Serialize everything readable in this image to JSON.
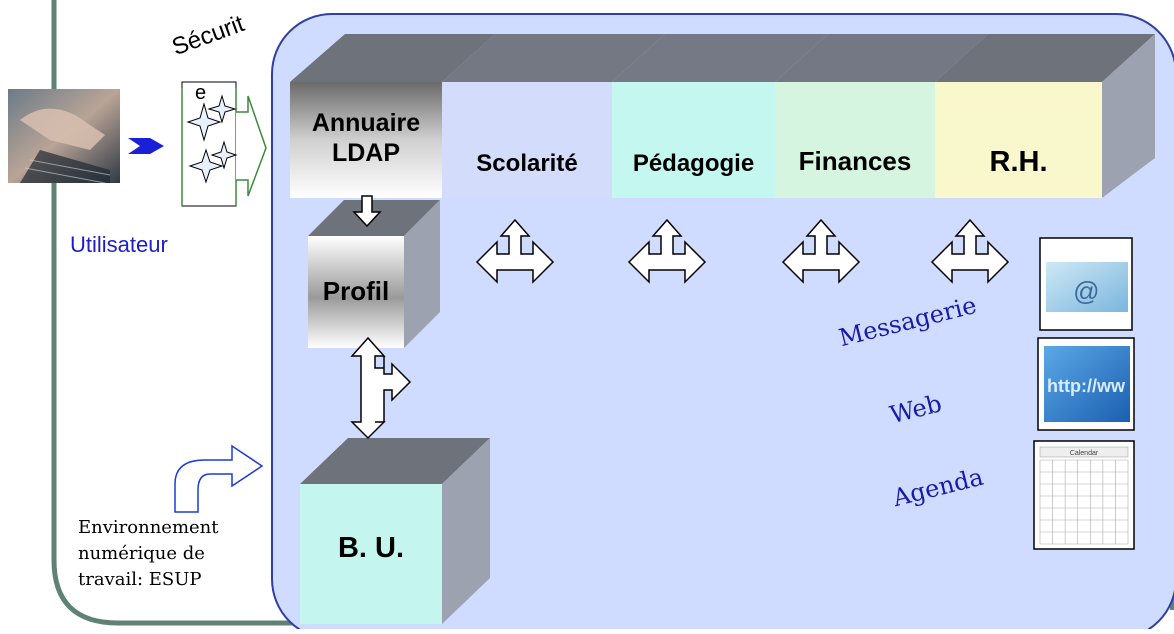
{
  "securite_text": {
    "line1": "Sécurit",
    "line2": "e"
  },
  "user_label": "Utilisateur",
  "environment_label": [
    "Environnement",
    "numérique de",
    "travail: ESUP"
  ],
  "boxes": {
    "annuaire": [
      "Annuaire",
      "LDAP"
    ],
    "scolarite": "Scolarité",
    "pedagogie": "Pédagogie",
    "finances": "Finances",
    "rh": "R.H.",
    "profil": "Profil",
    "bu": "B. U."
  },
  "services": {
    "messagerie": "Messagerie",
    "web": "Web",
    "agenda": "Agenda"
  },
  "web_thumbnail_text": "http://ww",
  "email_symbol": "@",
  "calendar_title": "Calendar",
  "colors": {
    "frame_border": "#5f8275",
    "main_panel_fill": "#cfdcff",
    "main_panel_border": "#2f3ea8",
    "box_top": "#6e727a",
    "box_side": "#9da2b0",
    "service_text": "#1a1aa8",
    "user_label": "#1d1dcc",
    "chevron": "#1a1fd8",
    "pedagogie_fill": "#c4f7f0",
    "finances_fill": "#d6f5e0",
    "rh_fill": "#f8f8cc",
    "bu_fill": "#c4f5ee"
  }
}
